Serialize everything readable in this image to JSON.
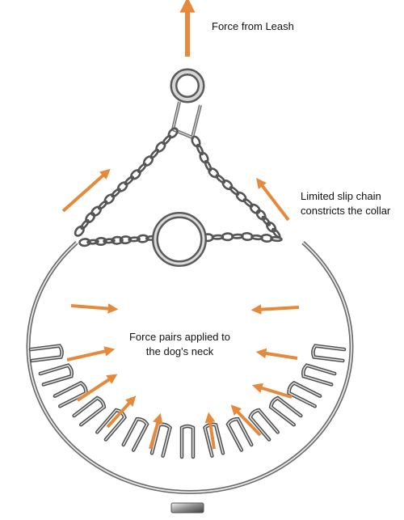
{
  "labels": {
    "force_from_leash": "Force from Leash",
    "slip_chain_line1": "Limited slip chain",
    "slip_chain_line2": "constricts the collar",
    "force_pairs_line1": "Force pairs applied to",
    "force_pairs_line2": "the dog's neck"
  },
  "colors": {
    "arrow": "#e58a3c",
    "metal_dark": "#5a5a5a",
    "metal_mid": "#9a9a9a",
    "metal_light": "#e4e4e4"
  },
  "icons": {
    "ring": "o-ring-icon",
    "chain": "chain-icon",
    "prong": "prong-link-icon",
    "arrow": "arrow-icon"
  }
}
